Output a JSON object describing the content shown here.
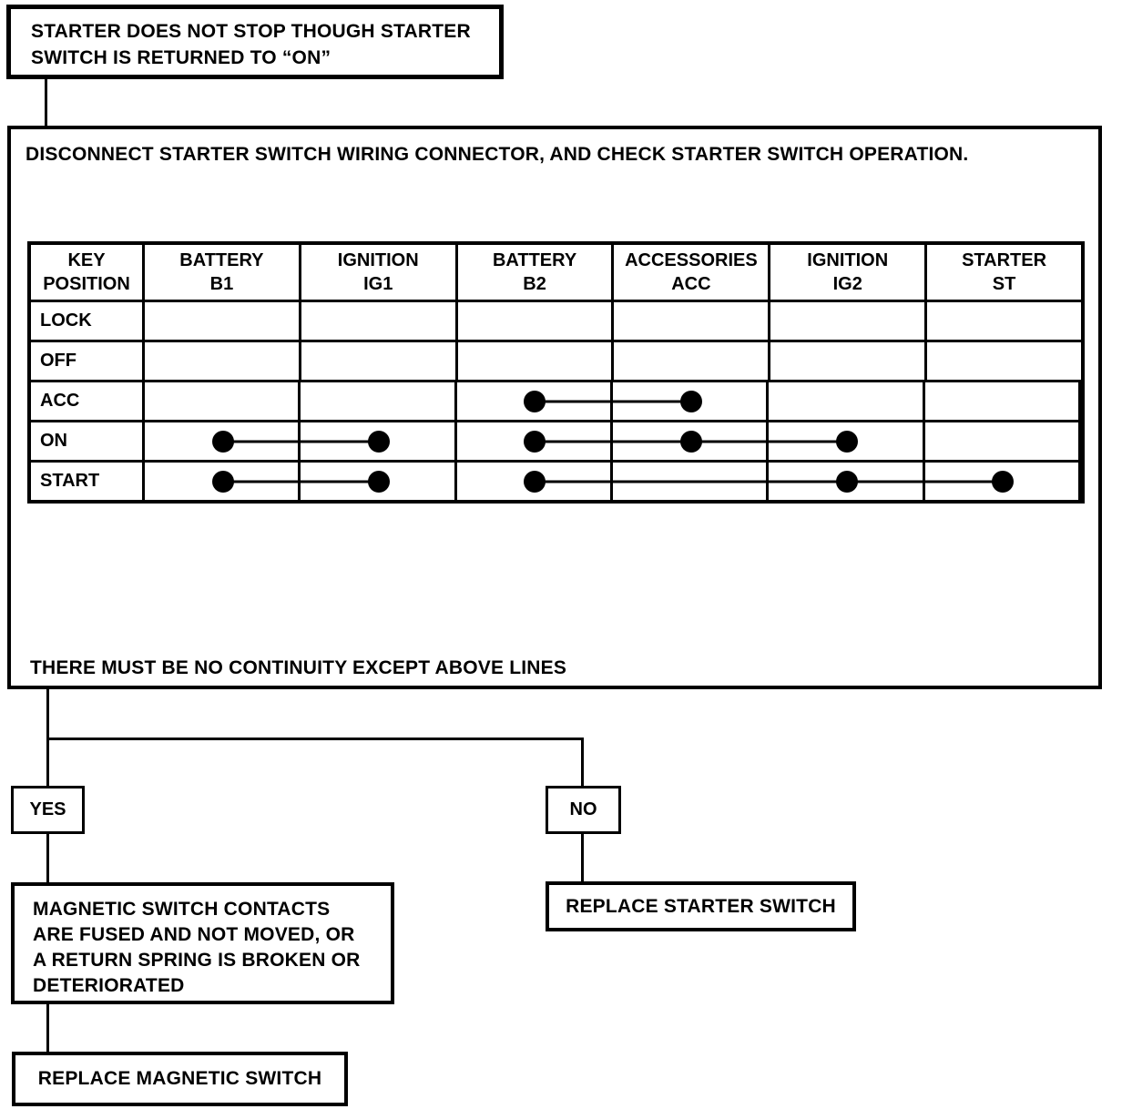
{
  "page": {
    "background": "#ffffff",
    "ink": "#000000"
  },
  "start_box": {
    "lines": [
      "STARTER DOES NOT STOP THOUGH STARTER",
      "SWITCH IS RETURNED TO “ON”"
    ]
  },
  "procedure_box": {
    "instruction": "DISCONNECT STARTER SWITCH WIRING CONNECTOR, AND CHECK STARTER SWITCH OPERATION.",
    "note": "THERE MUST BE NO CONTINUITY EXCEPT ABOVE LINES",
    "table": {
      "row_header": [
        "KEY",
        "POSITION"
      ],
      "columns": [
        {
          "id": "B1",
          "line1": "BATTERY",
          "line2": "B1"
        },
        {
          "id": "IG1",
          "line1": "IGNITION",
          "line2": "IG1"
        },
        {
          "id": "B2",
          "line1": "BATTERY",
          "line2": "B2"
        },
        {
          "id": "ACC",
          "line1": "ACCESSORIES",
          "line2": "ACC"
        },
        {
          "id": "IG2",
          "line1": "IGNITION",
          "line2": "IG2"
        },
        {
          "id": "ST",
          "line1": "STARTER",
          "line2": "ST"
        }
      ],
      "rows": [
        {
          "label": "LOCK",
          "connections": []
        },
        {
          "label": "OFF",
          "connections": []
        },
        {
          "label": "ACC",
          "connections": [
            {
              "dots": [
                "B2",
                "ACC"
              ],
              "span": [
                "B2",
                "ACC"
              ]
            }
          ]
        },
        {
          "label": "ON",
          "connections": [
            {
              "dots": [
                "B1",
                "IG1"
              ],
              "span": [
                "B1",
                "IG1"
              ]
            },
            {
              "dots": [
                "B2",
                "ACC",
                "IG2"
              ],
              "span": [
                "B2",
                "IG2"
              ]
            }
          ]
        },
        {
          "label": "START",
          "connections": [
            {
              "dots": [
                "B1",
                "IG1"
              ],
              "span": [
                "B1",
                "IG1"
              ]
            },
            {
              "dots": [
                "B2",
                "IG2",
                "ST"
              ],
              "span": [
                "B2",
                "ST"
              ]
            }
          ]
        }
      ]
    }
  },
  "branches": {
    "yes_label": "YES",
    "no_label": "NO"
  },
  "yes_result_box": {
    "lines": [
      "MAGNETIC SWITCH CONTACTS",
      "ARE FUSED AND NOT MOVED, OR",
      "A RETURN SPRING IS BROKEN OR",
      "DETERIORATED"
    ]
  },
  "no_action_box": {
    "label": "REPLACE STARTER SWITCH"
  },
  "yes_action_box": {
    "label": "REPLACE MAGNETIC SWITCH"
  }
}
